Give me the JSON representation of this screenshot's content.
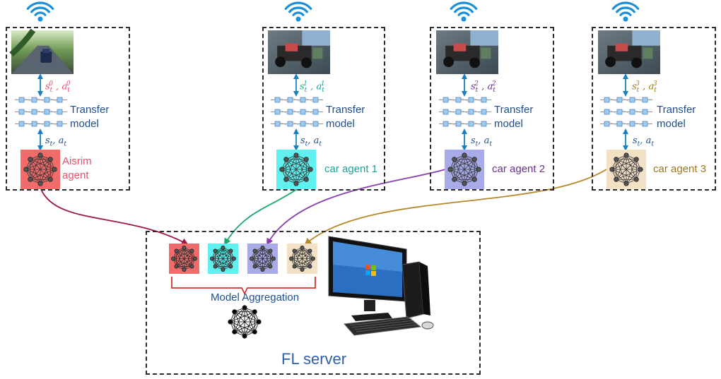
{
  "agents": [
    {
      "id": "airsim",
      "state_label": "s",
      "state_sup": "0",
      "action_label": "a",
      "action_sup": "0",
      "transfer_label_line1": "Transfer",
      "transfer_label_line2": "model",
      "local_label": "s",
      "local_action": "a",
      "agent_name_line1": "Aisrim",
      "agent_name_line2": "agent",
      "color": "#f26b6b",
      "text_color": "#e8506a",
      "arrow_color": "#a0173c"
    },
    {
      "id": "car1",
      "state_label": "s",
      "state_sup": "1",
      "action_label": "a",
      "action_sup": "1",
      "transfer_label_line1": "Transfer",
      "transfer_label_line2": "model",
      "local_label": "s",
      "local_action": "a",
      "agent_name_line1": "car agent 1",
      "agent_name_line2": "",
      "color": "#5ff0f0",
      "text_color": "#1aa39b",
      "arrow_color": "#19a86a"
    },
    {
      "id": "car2",
      "state_label": "s",
      "state_sup": "2",
      "action_label": "a",
      "action_sup": "2",
      "transfer_label_line1": "Transfer",
      "transfer_label_line2": "model",
      "local_label": "s",
      "local_action": "a",
      "agent_name_line1": "car agent 2",
      "agent_name_line2": "",
      "color": "#a9abe8",
      "text_color": "#6b2f8f",
      "arrow_color": "#8a3fb0"
    },
    {
      "id": "car3",
      "state_label": "s",
      "state_sup": "3",
      "action_label": "a",
      "action_sup": "3",
      "transfer_label_line1": "Transfer",
      "transfer_label_line2": "model",
      "local_label": "s",
      "local_action": "a",
      "agent_name_line1": "car agent 3",
      "agent_name_line2": "",
      "color": "#f3e1c6",
      "text_color": "#a07819",
      "arrow_color": "#b5882a"
    }
  ],
  "server": {
    "aggregation_label": "Model Aggregation",
    "title": "FL server"
  },
  "icons": {
    "wifi": "wifi-icon",
    "network": "neural-network-icon",
    "computer": "desktop-computer-icon"
  },
  "colors": {
    "border": "#2b2b2b",
    "link_arrow": "#1a7fc1",
    "label_blue": "#1f4e8c",
    "brace": "#d0342c"
  }
}
